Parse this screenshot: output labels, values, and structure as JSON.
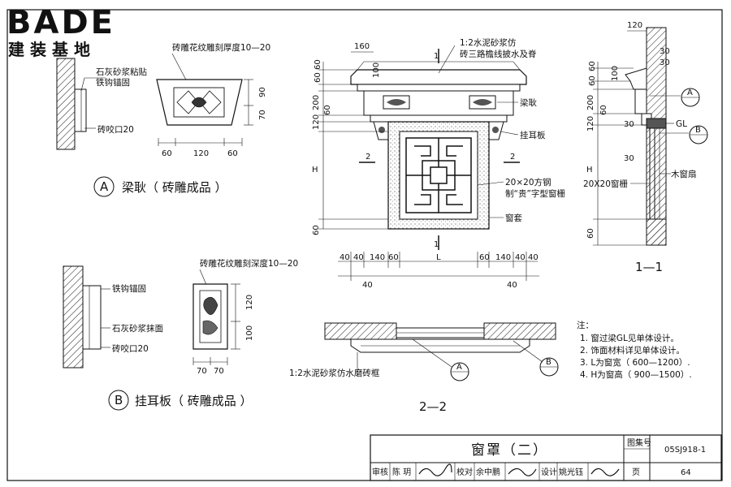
{
  "logo": {
    "brand": "BADE",
    "subtitle": "建装基地"
  },
  "detail_a": {
    "marker": "A",
    "title": "梁耿（ 砖雕成品 ）",
    "thickness_note": "砖雕花纹雕刻厚度10—20",
    "note_lime": "石灰砂浆粘贴",
    "note_anchor": "铁钩锚固",
    "note_bite": "砖咬口20",
    "dims": {
      "w1": "60",
      "w2": "120",
      "w3": "60",
      "h1": "90",
      "h2": "70"
    }
  },
  "detail_b": {
    "marker": "B",
    "title": "挂耳板（ 砖雕成品 ）",
    "depth_note": "砖雕花纹雕刻深度10—20",
    "note_anchor": "铁钩锚固",
    "note_lime": "石灰砂浆抹面",
    "note_bite": "砖咬口20",
    "dims": {
      "w1": "70",
      "w2": "70",
      "h1": "120",
      "h2": "100"
    }
  },
  "elevation": {
    "note_cement": "1:2水泥砂浆仿",
    "note_cement2": "砖三路檐线披水及脊",
    "label_beam": "梁耿",
    "label_ear": "挂耳板",
    "label_grille": "20×20方钢",
    "label_grille2": "制“贵”字型窗栅",
    "label_frame": "窗套",
    "section_mark_1": "1",
    "section_mark_2": "2",
    "dims_top": "160",
    "dims_left": [
      "60",
      "60",
      "100",
      "200",
      "60",
      "120",
      "H",
      "60"
    ],
    "dims_bottom": [
      "40",
      "40",
      "140",
      "60",
      "L",
      "60",
      "140",
      "40",
      "40"
    ],
    "dims_bottom_outer": [
      "40",
      "40"
    ]
  },
  "section_11": {
    "title": "1—1",
    "dims": [
      "120",
      "30",
      "30",
      "60",
      "60",
      "100",
      "200",
      "60",
      "120",
      "30",
      "30",
      "H",
      "60"
    ],
    "label_gl": "GL",
    "label_grille": "20X20窗栅",
    "label_sash": "木窗扇",
    "marker_a": "A",
    "marker_b": "B"
  },
  "section_22": {
    "title": "2—2",
    "note": "1:2水泥砂浆仿水磨砖框",
    "marker_a": "A",
    "marker_b": "B"
  },
  "notes": {
    "heading": "注：",
    "items": [
      "1.  窗过梁GL见单体设计。",
      "2.  饰面材料详见单体设计。",
      "3.  L为窗宽（ 600—1200）.",
      "4.  H为窗高（ 900—1500）."
    ]
  },
  "title_block": {
    "title": "窗罩（二）",
    "atlas_label": "图集号",
    "atlas_no": "05SJ918-1",
    "page_label": "页",
    "page_no": "64",
    "review_label": "审核",
    "review_name": "陈 玥",
    "check_label": "校对",
    "check_name": "余中鹏",
    "design_label": "设计",
    "design_name": "姚光钰"
  }
}
